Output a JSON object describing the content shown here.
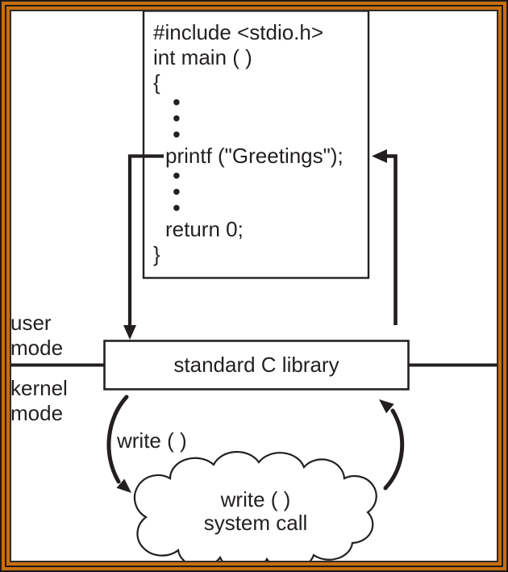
{
  "figure": {
    "code_box": {
      "lines": [
        "#include <stdio.h>",
        "int main ( )",
        "{",
        "•",
        "•",
        "•",
        "printf (\"Greetings\");",
        "•",
        "•",
        "•",
        "return 0;",
        "}"
      ]
    },
    "mode_labels": {
      "user": "user\nmode",
      "kernel": "kernel\nmode"
    },
    "library_box_label": "standard C library",
    "syscall_arrow_label": "write ( )",
    "cloud_label": "write ( )\nsystem call",
    "colors": {
      "frame_orange": "#C86E0E",
      "frame_black": "#1C1A19",
      "ink": "#231F20"
    }
  }
}
